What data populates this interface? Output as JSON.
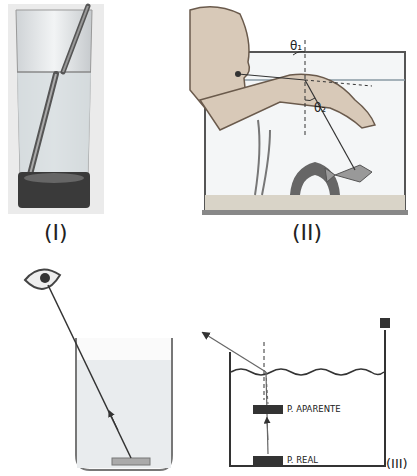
{
  "diagram": {
    "labels": [
      "(I)",
      "(II)",
      "θ₁",
      "θ₂",
      "P. APARENTE",
      "P. REAL",
      "(III)"
    ]
  }
}
